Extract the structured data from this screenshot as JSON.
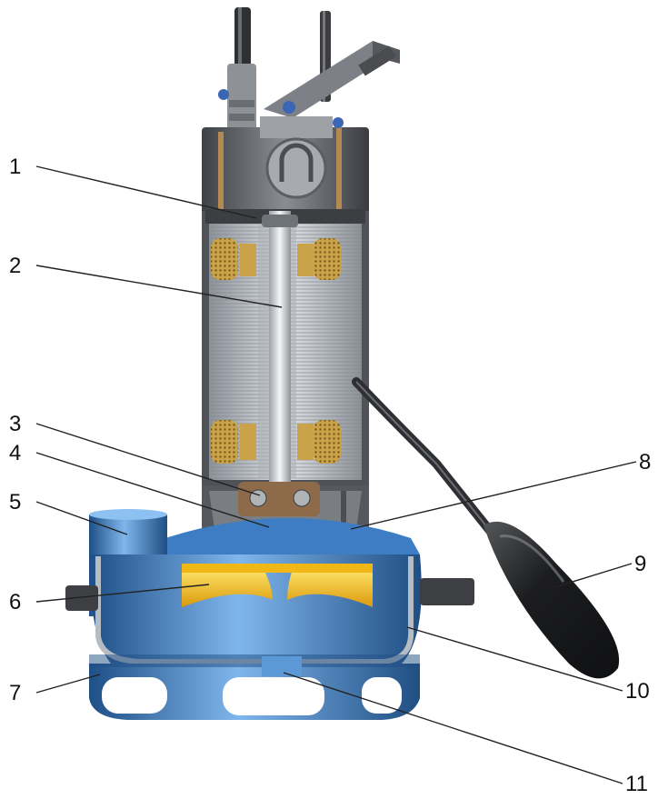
{
  "callouts": [
    {
      "id": "1",
      "label": "1"
    },
    {
      "id": "2",
      "label": "2"
    },
    {
      "id": "3",
      "label": "3"
    },
    {
      "id": "4",
      "label": "4"
    },
    {
      "id": "5",
      "label": "5"
    },
    {
      "id": "6",
      "label": "6"
    },
    {
      "id": "7",
      "label": "7"
    },
    {
      "id": "8",
      "label": "8"
    },
    {
      "id": "9",
      "label": "9"
    },
    {
      "id": "10",
      "label": "10"
    },
    {
      "id": "11",
      "label": "11"
    }
  ],
  "colors": {
    "motor_housing": "#5a5d62",
    "stator": "#b9bec4",
    "winding": "#c9a24a",
    "shaft": "#d5d8dc",
    "pump_body": "#3f7fc6",
    "pump_body_dark": "#23578f",
    "impeller": "#f3c21c",
    "cable": "#2e2f33",
    "float_switch": "#1f2023",
    "leader_line": "#222222"
  }
}
